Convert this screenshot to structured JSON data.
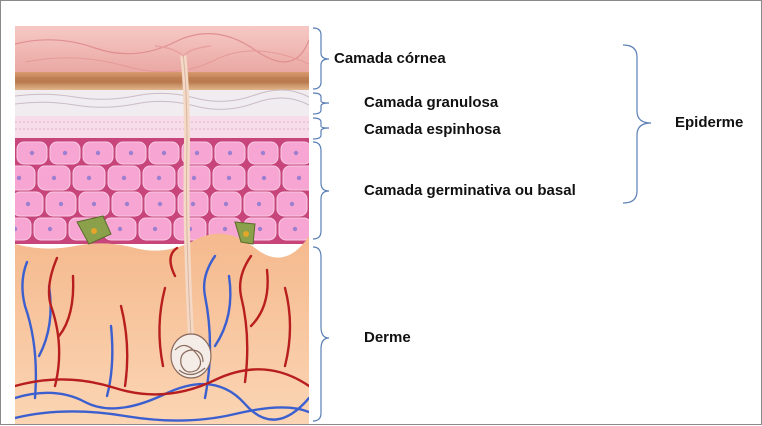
{
  "diagram": {
    "layers": [
      {
        "id": "cornea",
        "label": "Camada córnea"
      },
      {
        "id": "granulosa",
        "label": "Camada granulosa"
      },
      {
        "id": "espinhosa",
        "label": "Camada espinhosa"
      },
      {
        "id": "germinativa",
        "label": "Camada germinativa ou basal"
      },
      {
        "id": "derme",
        "label": "Derme"
      }
    ],
    "group_label": "Epiderme",
    "colors": {
      "cornea": "#f2b9b5",
      "keratin": "#c98a5a",
      "granulosa": "#f4f0f2",
      "cells": "#f39fd0",
      "cell_border": "#b8245f",
      "derme": "#f7c39a",
      "vein": "#3c5fd0",
      "artery": "#b81e1e",
      "brace": "#5b7fb5"
    }
  }
}
